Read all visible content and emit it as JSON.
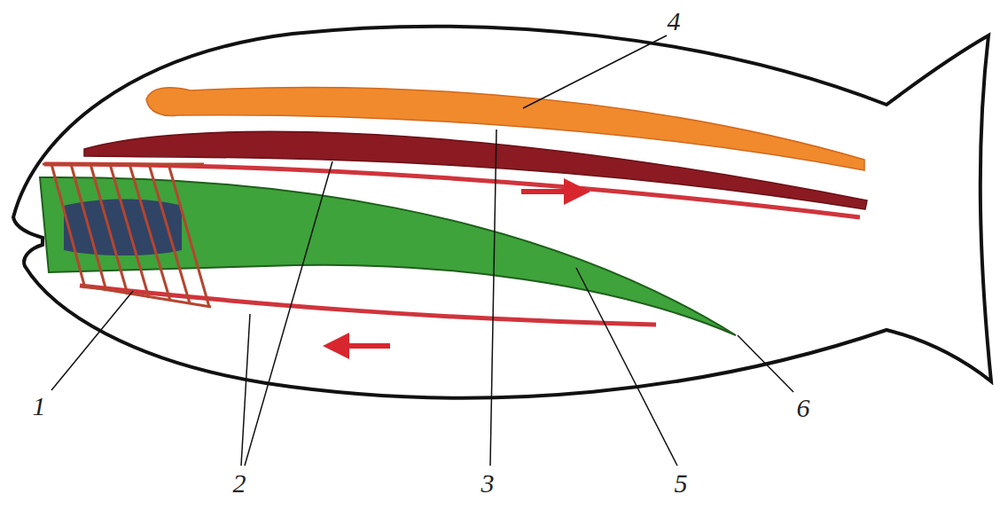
{
  "diagram": {
    "labels": [
      "4",
      "1",
      "2",
      "3",
      "5",
      "6"
    ]
  }
}
